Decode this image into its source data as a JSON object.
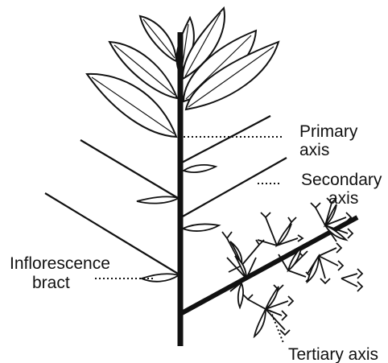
{
  "labels": {
    "primary_axis": [
      "Primary",
      "axis"
    ],
    "secondary_axis": [
      "Secondary",
      "axis"
    ],
    "inflorescence_bract": [
      "Inflorescence",
      "bract"
    ],
    "tertiary_axis": "Tertiary axis"
  }
}
